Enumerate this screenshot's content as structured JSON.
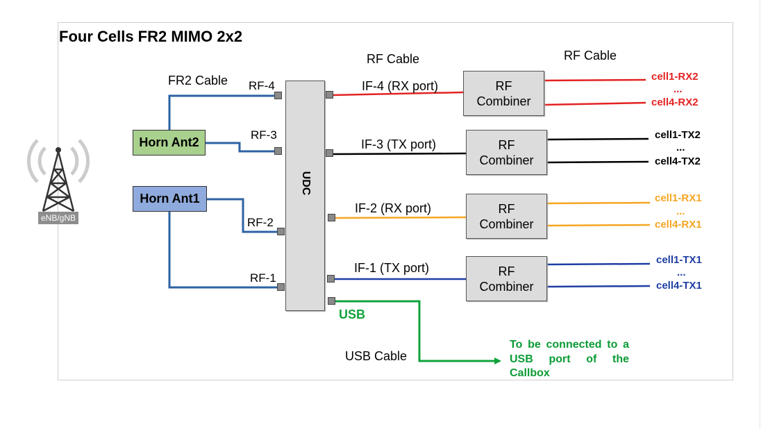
{
  "title": "Four Cells FR2 MIMO 2x2",
  "labels": {
    "rf_cable_1": "RF Cable",
    "rf_cable_2": "RF Cable",
    "fr2_cable": "FR2 Cable",
    "usb_cable": "USB Cable",
    "usb": "USB",
    "enb": "eNB/gNB"
  },
  "udc": {
    "label": "UDC"
  },
  "horns": [
    {
      "label": "Horn Ant2",
      "color": "#a9d18e"
    },
    {
      "label": "Horn Ant1",
      "color": "#8faadc"
    }
  ],
  "rf_ports": [
    "RF-4",
    "RF-3",
    "RF-2",
    "RF-1"
  ],
  "if_ports": [
    "IF-4 (RX port)",
    "IF-3 (TX port)",
    "IF-2 (RX port)",
    "IF-1 (TX port)"
  ],
  "combiner": {
    "line1": "RF",
    "line2": "Combiner"
  },
  "outputs": [
    {
      "first": "cell1-RX2",
      "ellipsis": "...",
      "last": "cell4-RX2",
      "color": "#e32222"
    },
    {
      "first": "cell1-TX2",
      "ellipsis": "...",
      "last": "cell4-TX2",
      "color": "#000000"
    },
    {
      "first": "cell1-RX1",
      "ellipsis": "...",
      "last": "cell4-RX1",
      "color": "#f5a623"
    },
    {
      "first": "cell1-TX1",
      "ellipsis": "...",
      "last": "cell4-TX1",
      "color": "#1f3ea3"
    }
  ],
  "usb_note": "To be connected to a USB port of the Callbox",
  "colors": {
    "fr2_cable": "#2d62a3",
    "usb_cable": "#10a33b",
    "tower": "#333333",
    "signal_waves": "#cccccc"
  }
}
